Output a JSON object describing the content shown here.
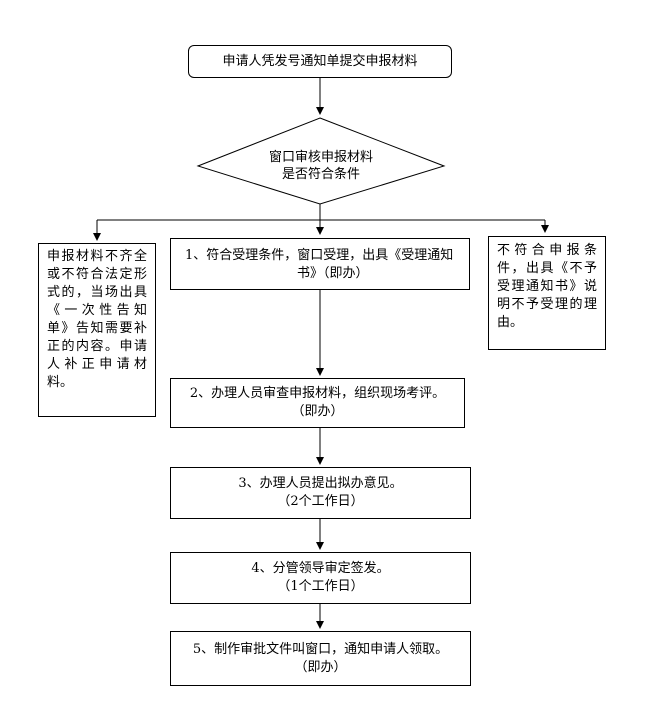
{
  "flowchart": {
    "start": {
      "text": "申请人凭发号通知单提交申报材料"
    },
    "decision": {
      "lines": [
        "窗口审核申报材料",
        "是否符合条件"
      ]
    },
    "left_branch": {
      "lines": [
        "申报材料不齐全",
        "或不符合法定形",
        "式的，当场出具",
        "《一次性告知",
        "单》告知需要补",
        "正的内容。申请",
        "人补正申请材",
        "料。"
      ]
    },
    "middle_branch": {
      "lines": [
        "1、符合受理条件，窗口受理，出具《受理通知",
        "书》（即办）"
      ]
    },
    "right_branch": {
      "lines": [
        "不符合申报条",
        "件，出具《不予",
        "受理通知书》说",
        "明不予受理的理",
        "由。"
      ]
    },
    "steps": [
      {
        "lines": [
          "2、办理人员审查申报材料，组织现场考评。",
          "（即办）"
        ]
      },
      {
        "lines": [
          "3、办理人员提出拟办意见。",
          "（2个工作日）"
        ]
      },
      {
        "lines": [
          "4、分管领导审定签发。",
          "（1个工作日）"
        ]
      },
      {
        "lines": [
          "5、制作审批文件叫窗口，通知申请人领取。",
          "（即办）"
        ]
      }
    ]
  }
}
